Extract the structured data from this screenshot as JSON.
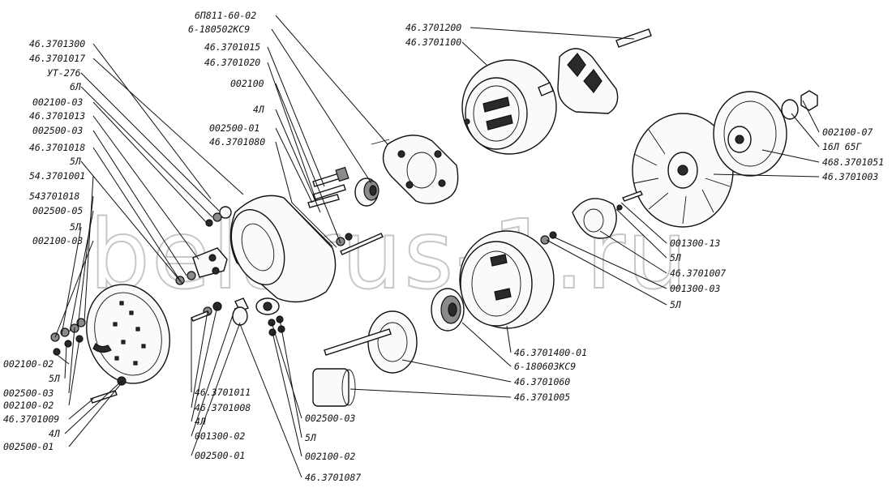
{
  "watermark": "belarus-1.ru",
  "labels": [
    "46.3701300",
    "46.3701017",
    "УТ-276",
    "6Л",
    "002100-03",
    "46.3701013",
    "002500-03",
    "46.3701018",
    "5Л",
    "54.3701001",
    "543701018",
    "002500-05",
    "5Л",
    "002100-03",
    "002100-02",
    "5Л",
    "002500-03",
    "002100-02",
    "46.3701009",
    "4Л",
    "002500-01",
    "46.3701011",
    "46.3701008",
    "4Л",
    "001300-02",
    "002500-01",
    "002500-03",
    "5Л",
    "002100-02",
    "46.3701087",
    "6П811-60-02",
    "6-180502КС9",
    "46.3701015",
    "46.3701020",
    "002100",
    "4Л",
    "002500-01",
    "46.3701080",
    "46.3701200",
    "46.3701100",
    "002100-07",
    "16Л 65Г",
    "468.3701051",
    "46.3701003",
    "001300-13",
    "5Л",
    "46.3701007",
    "001300-03",
    "5Л",
    "46.3701400-01",
    "6-180603КС9",
    "46.3701060",
    "46.3701005"
  ]
}
